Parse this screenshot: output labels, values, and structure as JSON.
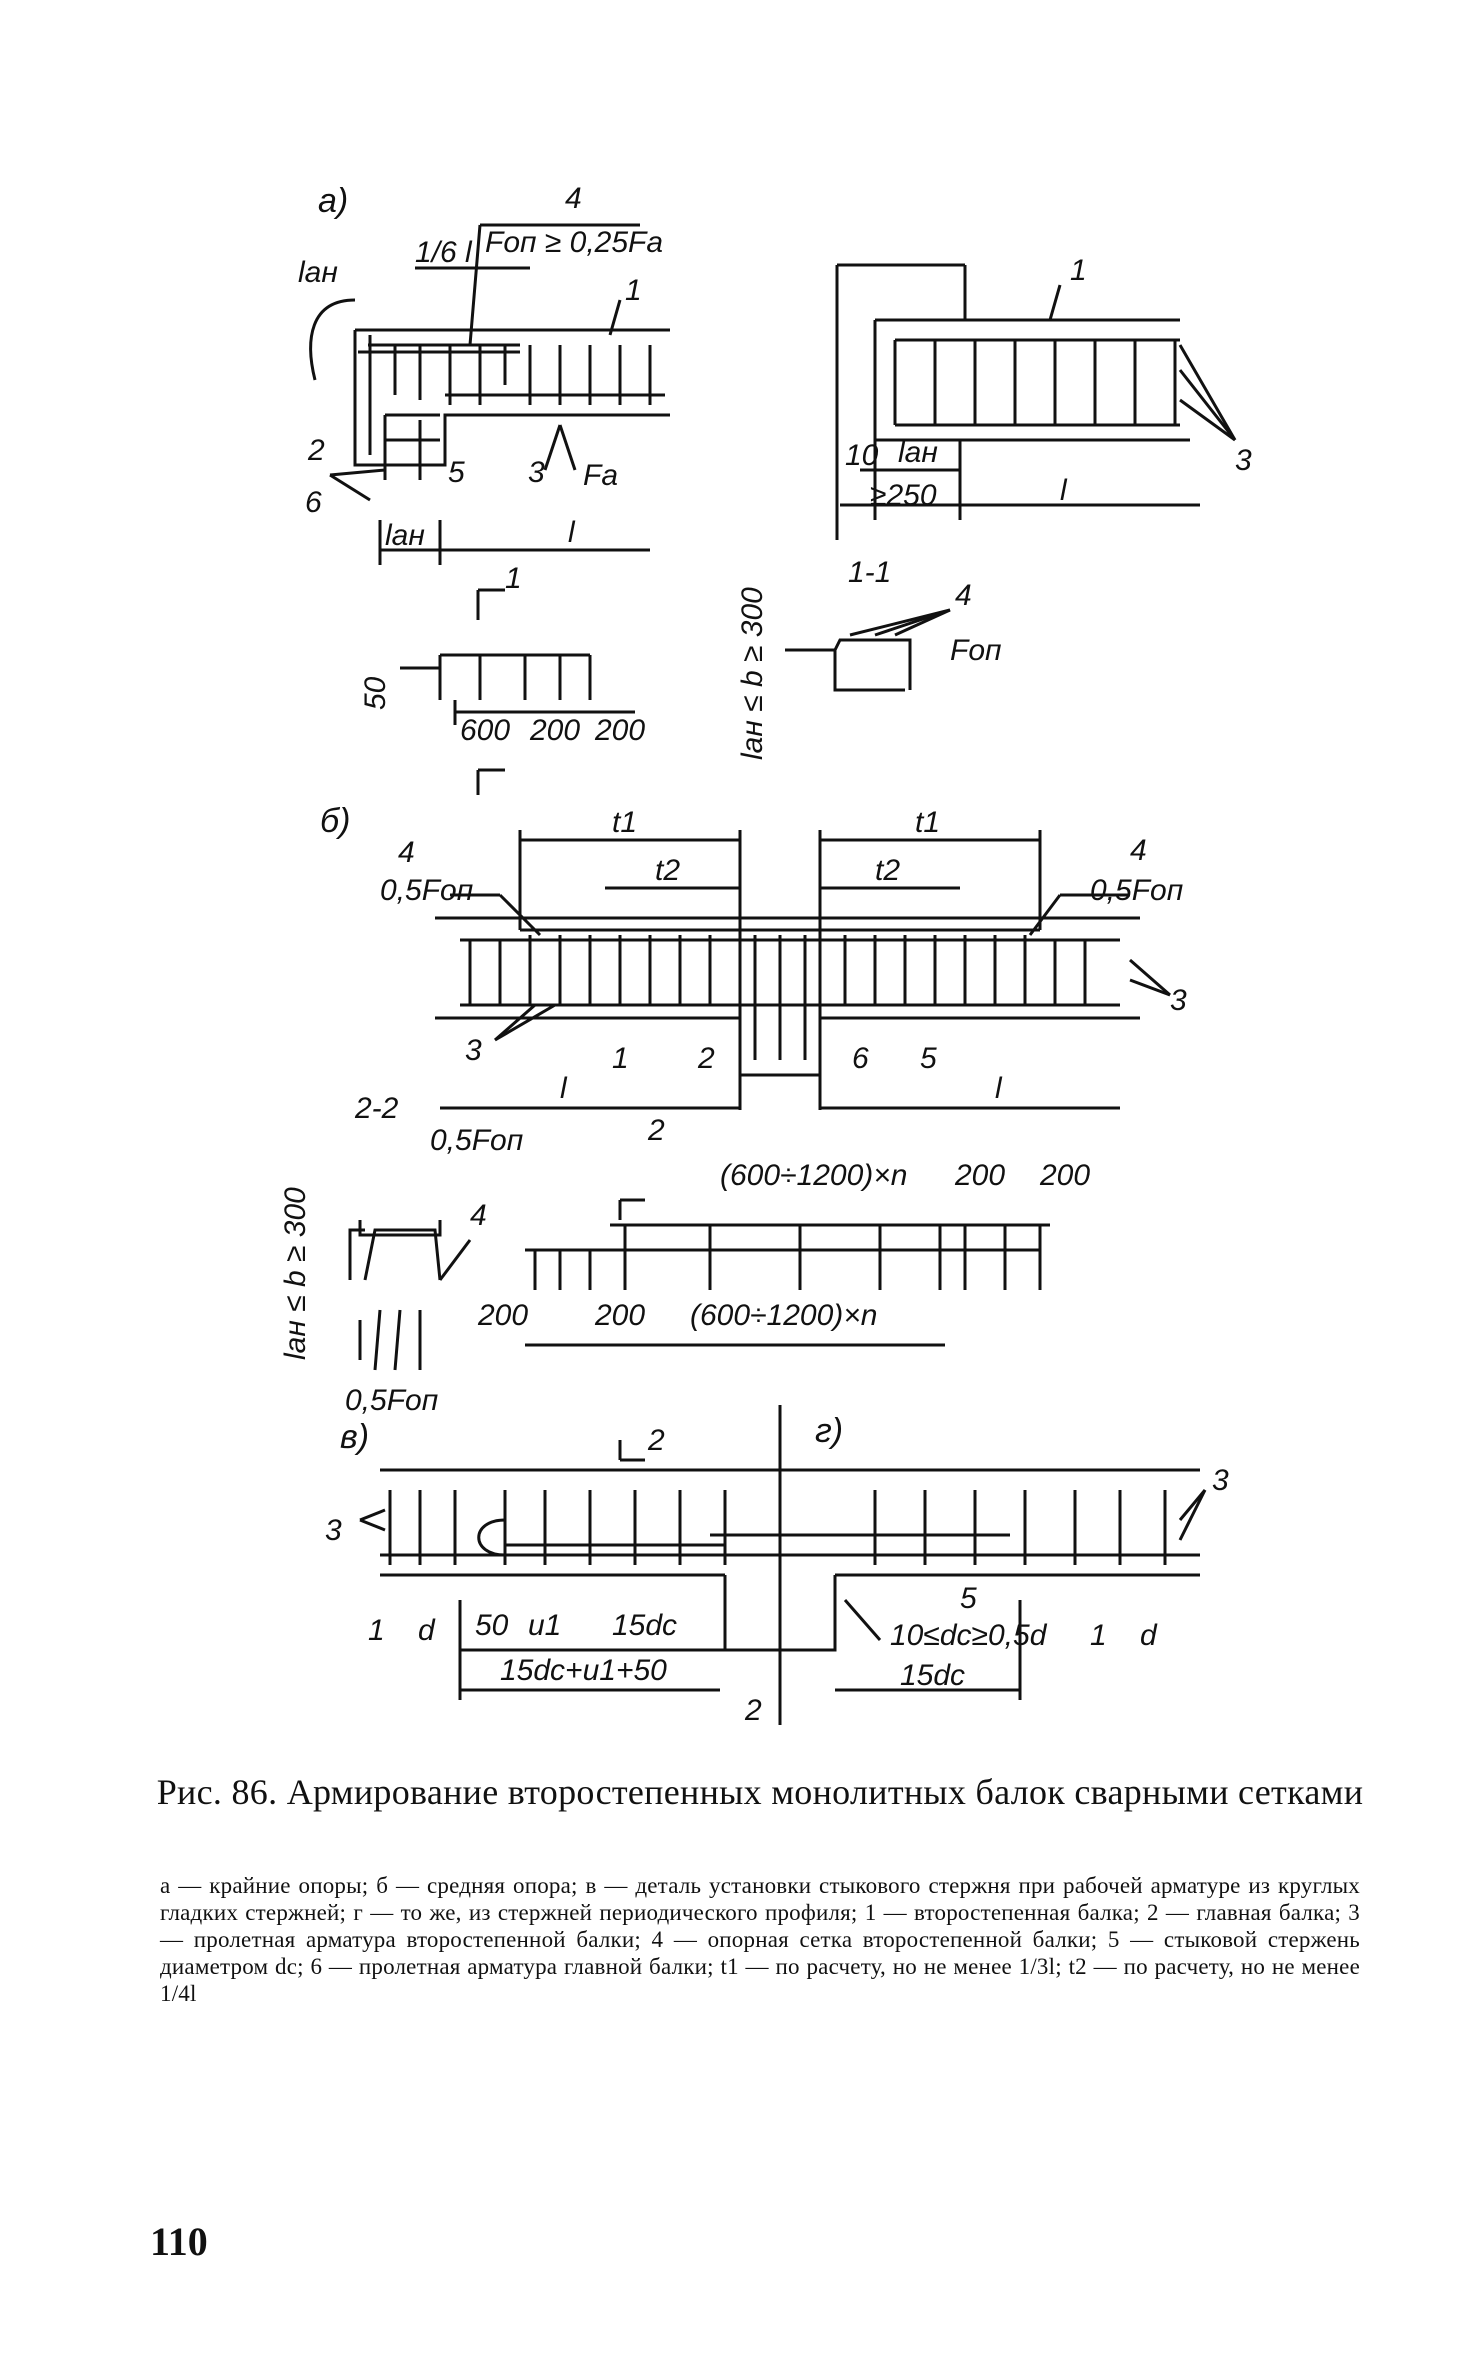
{
  "figure": {
    "panel_a": {
      "letter": "а)",
      "labels": {
        "l_an_top": "lан",
        "one_sixth_l": "1/6 l",
        "item4": "4",
        "F_op": "Fоп ≥ 0,25Fа",
        "item1": "1",
        "item2": "2",
        "item6": "6",
        "item5": "5",
        "item3": "3",
        "F_a": "Fа",
        "l_an_bottom": "lан",
        "l": "l"
      }
    },
    "panel_a_right": {
      "labels": {
        "item1": "1",
        "item3": "3",
        "dim10": "10",
        "l_an": "lан",
        "dim250": "≥250",
        "l": "l"
      }
    },
    "section_1_1": {
      "title": "1-1",
      "marker": "1",
      "item4": "4",
      "F_op": "Fоп",
      "dim50": "50",
      "dims": [
        "600",
        "200",
        "200"
      ],
      "vertical": "lан ≤ b ≥ 300"
    },
    "panel_b": {
      "letter": "б)",
      "labels": {
        "item4_left": "4",
        "F_left": "0,5Fоп",
        "t1_left": "t1",
        "t2_left": "t2",
        "t1_right": "t1",
        "t2_right": "t2",
        "item4_right": "4",
        "F_right": "0,5Fоп",
        "item3_left": "3",
        "item1": "1",
        "item2": "2",
        "item6": "6",
        "item5": "5",
        "item3_right": "3",
        "l_left": "l",
        "l_right": "l"
      }
    },
    "section_2_2": {
      "title": "2-2",
      "F_top": "0,5Fоп",
      "item4": "4",
      "F_bottom": "0,5Fоп",
      "vertical": "lан ≤ b ≥ 300",
      "marker_top": "2",
      "marker_bottom": "2",
      "dim_top_span": "(600÷1200)×n",
      "dim_top_200a": "200",
      "dim_top_200b": "200",
      "dim_bot_200a": "200",
      "dim_bot_200b": "200",
      "dim_bot_span": "(600÷1200)×n"
    },
    "panel_v": {
      "letter": "в)",
      "labels": {
        "item3": "3",
        "item1": "1",
        "d": "d",
        "dim50": "50",
        "u1": "u1",
        "15dc": "15dc",
        "sum": "15dc+u1+50"
      }
    },
    "panel_g": {
      "letter": "г)",
      "labels": {
        "item3": "3",
        "item5": "5",
        "cond": "10≤dc≥0,5d",
        "item1": "1",
        "d": "d",
        "15dc": "15dc",
        "item2": "2"
      }
    }
  },
  "caption": {
    "title": "Рис. 86. Армирование второстепенных монолитных балок сварными сетками",
    "body": "а — крайние опоры; б — средняя опора; в — деталь установки стыкового стержня при рабочей арматуре из круглых гладких стержней; г — то же, из стержней периодического профиля; 1 — второстепенная балка; 2 — главная балка; 3 — пролетная арматура второстепенной балки; 4 — опорная сетка второстепенной балки; 5 — стыковой стержень диаметром dс; 6 — пролетная арматура главной балки; t1 — по расчету, но не менее 1/3l; t2 — по расчету, но не менее 1/4l"
  },
  "page_number": "110"
}
